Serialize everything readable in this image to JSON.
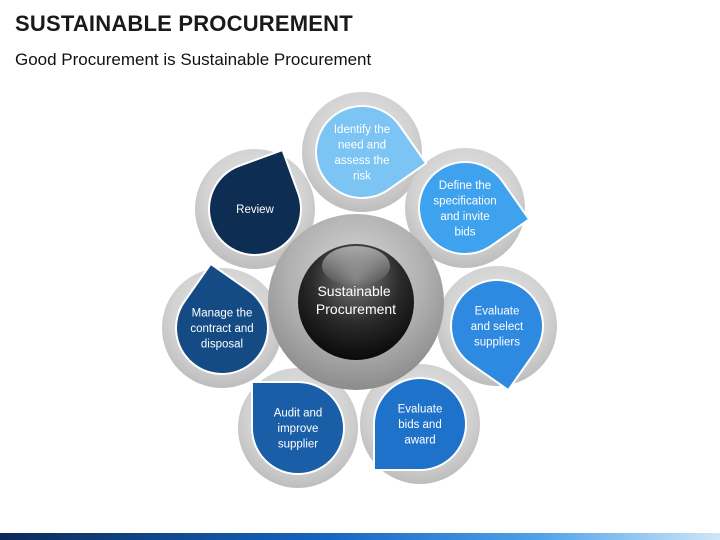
{
  "slide": {
    "title": "SUSTAINABLE PROCUREMENT",
    "subtitle": "Good Procurement is Sustainable Procurement"
  },
  "diagram": {
    "center": {
      "lines": [
        "Sustainable",
        "Procurement"
      ]
    },
    "steps": [
      {
        "lines": [
          "Identify the",
          "need and",
          "assess the",
          "risk"
        ],
        "color": "#7cc4f4"
      },
      {
        "lines": [
          "Define the",
          "specification",
          "and invite",
          "bids"
        ],
        "color": "#3fa2ee"
      },
      {
        "lines": [
          "Evaluate",
          "and select",
          "suppliers"
        ],
        "color": "#2e89e0"
      },
      {
        "lines": [
          "Evaluate",
          "bids and",
          "award"
        ],
        "color": "#1f72c9"
      },
      {
        "lines": [
          "Audit and",
          "improve",
          "supplier"
        ],
        "color": "#1a5ea8"
      },
      {
        "lines": [
          "Manage the",
          "contract and",
          "disposal"
        ],
        "color": "#154b85"
      },
      {
        "lines": [
          "Review"
        ],
        "color": "#0d2d52"
      }
    ]
  }
}
